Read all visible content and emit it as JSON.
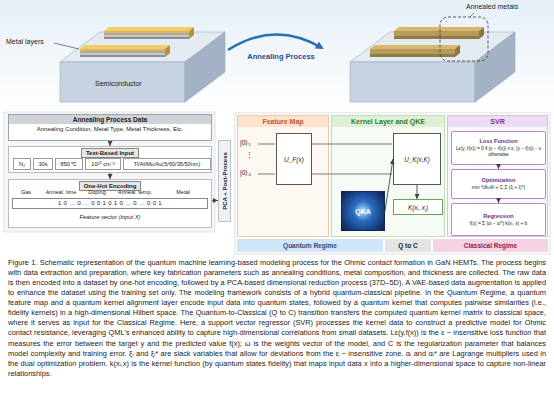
{
  "diagram": {
    "caption": "Figure 1. Schematic representation of the quantum machine learning-based modeling process for the Ohmic contact formation in GaN HEMTs. The process begins with data extraction and preparation, where key fabrication parameters such as annealing conditions, metal composition, and thickness are collected. The raw data is then encoded into a dataset by one-hot encoding, followed by a PCA-based dimensional reduction process (37D–5D). A VAE-based data augmentation is applied to enhance the dataset using the training set only. The modeling framework consists of a hybrid quantum-classical pipeline. In the Quantum Regime, a quantum feature map and a quantum kernel alignment layer encode input data into quantum states, followed by a quantum kernel that computes pairwise similarities (i.e., fidelity kernels) in a high-dimensional Hilbert space. The Quantum-to-Classical (Q to C) transition transfers the computed quantum kernel matrix to classical space, where it serves as input for the Classical Regime. Here, a support vector regressor (SVR) processes the kernel data to construct a predictive model for Ohmic contact resistance, leveraging QML's enhanced ability to capture high-dimensional correlations from small datasets. Lε(y,f(x)) is the ε − insensitive loss function that measures the error between the target y and the predicted value f(x); ω is the weights vector of the model, and C is the regularization parameter that balances model complexity and training error. ξᵢ and ξᵢ* are slack variables that allow for deviations from the ε − insensitive zone. αᵢ and αᵢ* are Lagrange multipliers used in the dual optimization problem. k(xᵢ,x) is the kernel function (by quantum states fidelity) that maps input data x into a higher-dimensional space to capture non-linear relationships.",
    "nodes": [
      {
        "text": [
          "Annealing Process Data",
          "Annealing Condition, Metal Type, Metal Thickness, Etc."
        ]
      },
      {
        "text": [
          "Text-Based Input"
        ]
      },
      {
        "text": [
          "N₂"
        ],
        "in": 1
      },
      {
        "text": [
          "30s"
        ],
        "in": 1
      },
      {
        "text": [
          "850 ℃"
        ],
        "in": 1
      },
      {
        "text": [
          "10¹⁵ cm⁻³"
        ],
        "in": 1
      },
      {
        "text": [
          "Ti/Al/Mo/Au(5/60/35/50nm)"
        ],
        "in": 1
      },
      {
        "text": [
          "One-Hot Encoding"
        ]
      },
      {
        "text": [
          "PCA + Post-Process"
        ]
      },
      {
        "text": [
          "Feature Map"
        ]
      },
      {
        "text": [
          "U_F(x)"
        ],
        "in": 9
      },
      {
        "text": [
          "Kernel Layer and QKE"
        ]
      },
      {
        "text": [
          "QKA"
        ],
        "in": 11
      },
      {
        "text": [
          "U_K(x,K)"
        ],
        "in": 11
      },
      {
        "text": [
          "K(xᵢ, xⱼ)"
        ],
        "in": 11
      },
      {
        "text": [
          "SVR"
        ]
      },
      {
        "text": [
          "Loss Function",
          "Lε(y, f(x)) = 0 if |y − f(x)| ≤ ε; |y − f(x)| − ε otherwise"
        ],
        "in": 15
      },
      {
        "text": [
          "Optimization",
          "min ½‖ω‖² + C Σ (ξᵢ + ξᵢ*)"
        ],
        "in": 15
      },
      {
        "text": [
          "Regression",
          "f(x) = Σ (αᵢ − αᵢ*) k(xᵢ, x) + b"
        ],
        "in": 15
      },
      {
        "text": [
          "Quantum Regime"
        ]
      },
      {
        "text": [
          "Q to C"
        ]
      },
      {
        "text": [
          "Classical Regime"
        ]
      }
    ],
    "edges": [
      {
        "from": 0,
        "to": 1,
        "arrow": "to"
      },
      {
        "from": 1,
        "to": 7,
        "arrow": "to"
      },
      {
        "from": 7,
        "to": 8,
        "arrow": "to"
      },
      {
        "from": 12,
        "to": 13,
        "arrow": "to"
      },
      {
        "from": 13,
        "to": 14,
        "arrow": "to"
      },
      {
        "from": 16,
        "to": 17,
        "arrow": "to"
      },
      {
        "from": 17,
        "to": 18,
        "arrow": "to"
      }
    ],
    "labels": [
      "Metal layers",
      "Semiconductor",
      "Annealing Process",
      "Annealed metals",
      "Gas",
      "Anneal. time",
      "Doping",
      "Anneal. temp.",
      "Metal",
      "1 0 … 0 … 0 0 1 0 1 0 … 0 … 0 0 1",
      "Feature vector (input X)",
      "|0⟩₁",
      "⋮",
      "|0⟩₄"
    ]
  }
}
